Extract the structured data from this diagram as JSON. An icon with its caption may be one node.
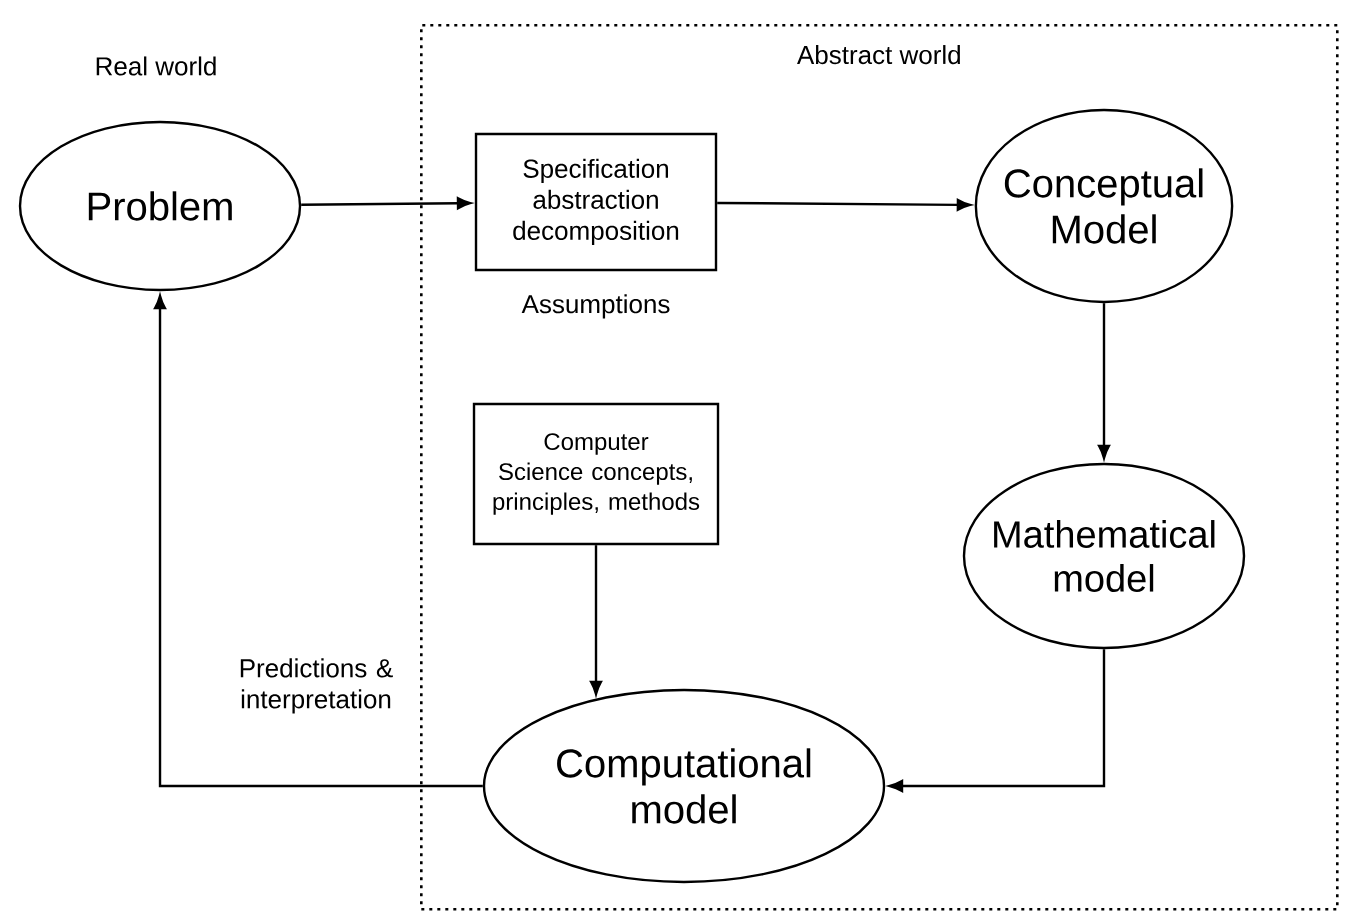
{
  "diagram": {
    "nodes": [
      {
        "text": [
          "Problem"
        ]
      },
      {
        "text": [
          "Abstract world"
        ]
      },
      {
        "text": [
          "Specification abstraction decomposition"
        ],
        "in": 1,
        "beside": [
          "Assumptions"
        ]
      },
      {
        "text": [
          "Conceptual Model"
        ],
        "in": 1
      },
      {
        "text": [
          "Computer Science concepts, principles, methods"
        ],
        "in": 1
      },
      {
        "text": [
          "Mathematical model"
        ],
        "in": 1
      },
      {
        "text": [
          "Computational model"
        ],
        "in": 1
      }
    ],
    "edges": [
      {
        "from": 0,
        "to": 2,
        "arrow": "to"
      },
      {
        "from": 2,
        "to": 3,
        "arrow": "to"
      },
      {
        "from": 3,
        "to": 5,
        "arrow": "to"
      },
      {
        "from": 5,
        "to": 6,
        "arrow": "to"
      },
      {
        "from": 4,
        "to": 6,
        "arrow": "to"
      },
      {
        "from": 6,
        "to": 0,
        "arrow": "to",
        "label": "Predictions & interpretation"
      }
    ],
    "labels": [
      "Real world"
    ]
  }
}
